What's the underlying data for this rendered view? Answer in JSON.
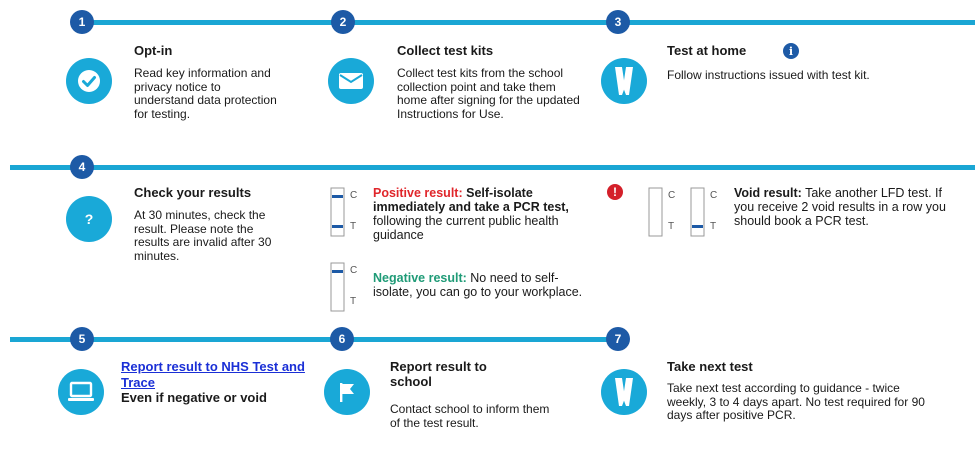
{
  "colors": {
    "line": "#1aa6d4",
    "step_number": "#1d5aa6",
    "icon_circle": "#19a9d8",
    "positive": "#e0262b",
    "negative": "#1f9b77",
    "link": "#1a2fd6"
  },
  "steps": [
    {
      "number": "1",
      "icon": "check-icon",
      "title": "Opt-in",
      "body": "Read key information and privacy notice to understand data protection for testing."
    },
    {
      "number": "2",
      "icon": "envelope-icon",
      "title": "Collect test kits",
      "body": "Collect test kits from the school collection  point and take them home  after signing for the updated Instructions for Use."
    },
    {
      "number": "3",
      "icon": "test-swab-icon",
      "title": "Test at home",
      "body": "Follow  instructions issued with    test kit.",
      "badge_icon": "info-icon",
      "badge_text": "i"
    },
    {
      "number": "4",
      "icon": "question-icon",
      "icon_text": "?",
      "title": "Check your results",
      "body": "At 30 minutes, check the result. Please note the results are invalid after 30 minutes."
    },
    {
      "number": "5",
      "icon": "laptop-icon",
      "link_text": "Report result to NHS Test and Trace",
      "body": "Even if negative or void"
    },
    {
      "number": "6",
      "icon": "flag-icon",
      "title": "Report result to school",
      "body": "Contact school  to inform them of the  test result."
    },
    {
      "number": "7",
      "icon": "test-swab-icon",
      "title": "Take next test",
      "body": "Take next test according to guidance - twice weekly, 3 to 4 days apart. No test required for 90 days after positive PCR."
    }
  ],
  "results": {
    "strip_c": "C",
    "strip_t": "T",
    "positive": {
      "label": "Positive result:",
      "bold_text": "Self-isolate immediately and take a PCR test,",
      "text": "following the current public health guidance"
    },
    "negative": {
      "label": "Negative result:",
      "text": "No need to self-isolate, you can go to your workplace."
    },
    "alert_icon": "alert-icon",
    "alert_text": "!",
    "void": {
      "label": "Void result:",
      "text": "Take another LFD test. If you receive 2 void results in a row you should book a PCR test."
    }
  }
}
